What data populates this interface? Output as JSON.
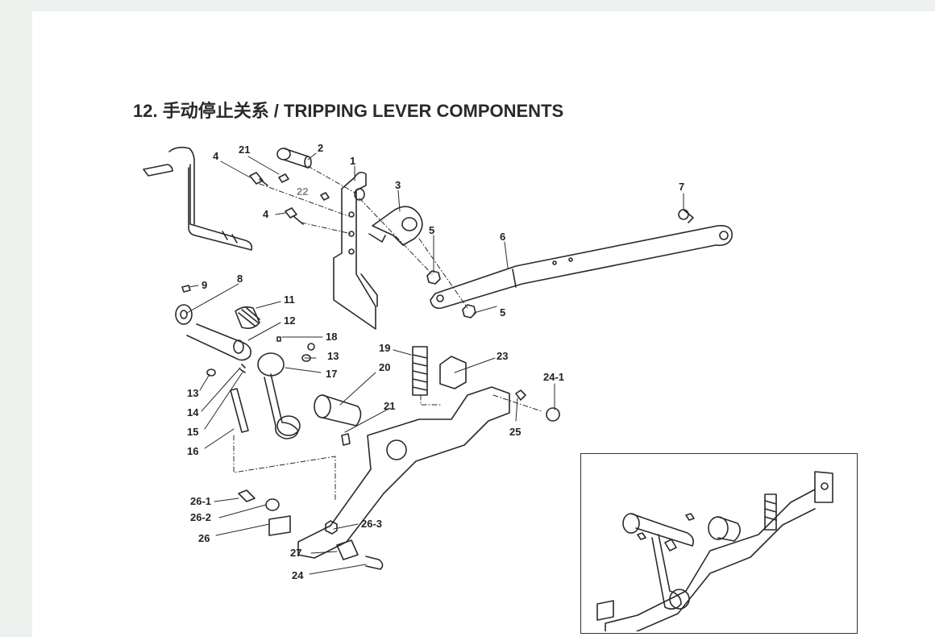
{
  "page": {
    "title": "12. 手动停止关系 / TRIPPING LEVER COMPONENTS"
  },
  "callouts": {
    "c1": "1",
    "c2": "2",
    "c3": "3",
    "c4a": "4",
    "c4b": "4",
    "c5a": "5",
    "c5b": "5",
    "c6": "6",
    "c7": "7",
    "c8": "8",
    "c9": "9",
    "c11": "11",
    "c12": "12",
    "c13a": "13",
    "c13b": "13",
    "c14": "14",
    "c15": "15",
    "c16": "16",
    "c17": "17",
    "c18": "18",
    "c19": "19",
    "c20": "20",
    "c21a": "21",
    "c21b": "21",
    "c22": "22",
    "c23": "23",
    "c24": "24",
    "c24_1": "24-1",
    "c25": "25",
    "c26": "26",
    "c26_1": "26-1",
    "c26_2": "26-2",
    "c26_3": "26-3",
    "c27": "27"
  },
  "colors": {
    "ink": "#2a2a2a",
    "paper": "#ffffff",
    "background": "#eef2ef"
  }
}
